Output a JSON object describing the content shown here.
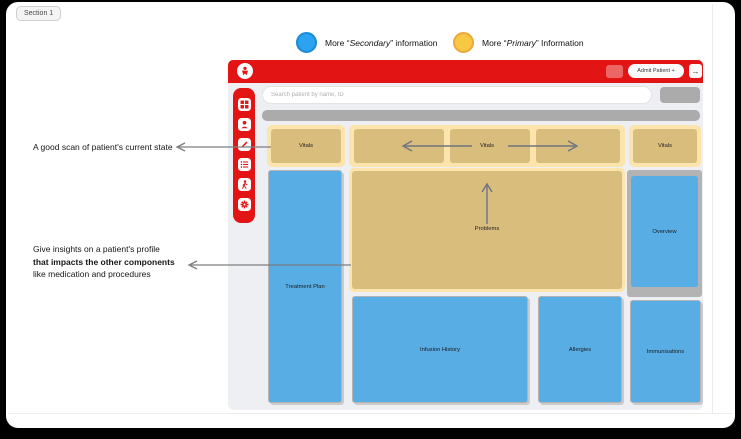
{
  "section_tag": "Section 1",
  "legend": {
    "secondary": {
      "prefix": "More “",
      "term": "Secondary",
      "suffix": "” information",
      "color": "#2BA3F0"
    },
    "primary": {
      "prefix": "More “",
      "term": "Primary",
      "suffix": "” Information",
      "color": "#F8C842"
    }
  },
  "annotations": {
    "scan_note": {
      "text": "A good scan of patient's current state"
    },
    "insights_note": {
      "line1": "Give insights on a patient's profile",
      "line2": "that impacts the other components",
      "line3": "like medication and procedures"
    }
  },
  "app": {
    "colors": {
      "brand_red": "#E21414",
      "primary_block": "#D9BD7D",
      "primary_container": "#FBE5AC",
      "secondary_block": "#58ADE4",
      "bar_gray": "#ABABAB"
    },
    "header": {
      "admit_patient_label": "Admit Patient +",
      "forward_arrow": "→"
    },
    "search": {
      "placeholder": "Search patient by name, ID"
    },
    "sidebar": {
      "icons": [
        "dashboard",
        "patient",
        "edit",
        "list",
        "activity",
        "settings"
      ]
    },
    "blocks": {
      "vitals_left": "Vitals",
      "vitals_center": "Vitals",
      "vitals_right": "Vitals",
      "problems": "Problems",
      "treatment_plan": "Treatment Plan",
      "overview": "Overview",
      "infusion_history": "Infusion History",
      "allergies": "Allergies",
      "immunisations": "Immunisations"
    }
  }
}
